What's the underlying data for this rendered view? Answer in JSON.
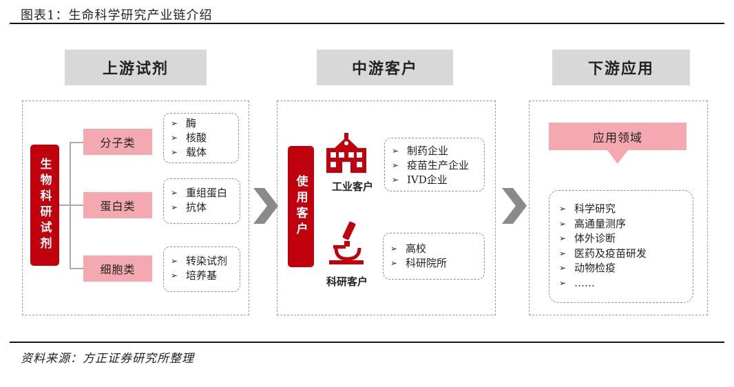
{
  "figure_title": "图表1：生命科学研究产业链介绍",
  "source_note": "资料来源：方正证券研究所整理",
  "upstream": {
    "header": "上游试剂",
    "main_label": "生物科研试剂",
    "categories": [
      {
        "label": "分子类",
        "items": [
          "酶",
          "核酸",
          "载体"
        ]
      },
      {
        "label": "蛋白类",
        "items": [
          "重组蛋白",
          "抗体"
        ]
      },
      {
        "label": "细胞类",
        "items": [
          "转染试剂",
          "培养基"
        ]
      }
    ]
  },
  "midstream": {
    "header": "中游客户",
    "main_label": "使用客户",
    "customers": [
      {
        "label": "工业客户",
        "icon": "factory-icon",
        "items": [
          "制药企业",
          "疫苗生产企业",
          "IVD企业"
        ]
      },
      {
        "label": "科研客户",
        "icon": "microscope-icon",
        "items": [
          "高校",
          "科研院所"
        ]
      }
    ]
  },
  "downstream": {
    "header": "下游应用",
    "field_label": "应用领域",
    "items": [
      "科学研究",
      "高通量测序",
      "体外诊断",
      "医药及疫苗研发",
      "动物检疫",
      "……"
    ]
  },
  "colors": {
    "red": "#c0000c",
    "pink": "#f4a9b0",
    "header_gray": "#d8d8d8"
  }
}
